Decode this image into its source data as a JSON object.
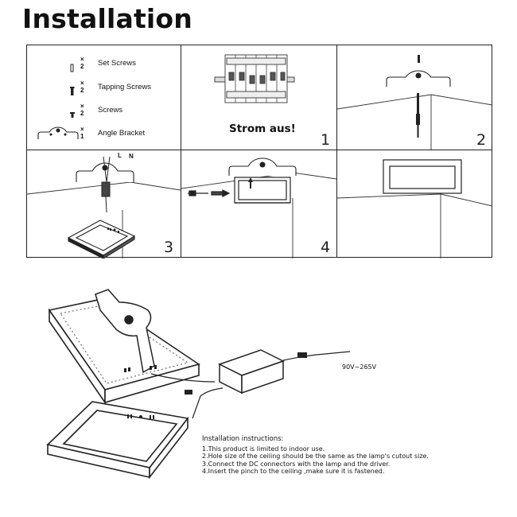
{
  "title": "Installation",
  "parts": [
    {
      "qty": "× 2",
      "name": "Set Screws",
      "icon": "set-screw-icon"
    },
    {
      "qty": "× 2",
      "name": "Tapping Screws",
      "icon": "tapping-screw-icon"
    },
    {
      "qty": "× 2",
      "name": "Screws",
      "icon": "screw-icon"
    },
    {
      "qty": "× 1",
      "name": "Angle Bracket",
      "icon": "angle-bracket-icon"
    }
  ],
  "steps": [
    {
      "number": "1",
      "caption": "Strom aus!"
    },
    {
      "number": "2"
    },
    {
      "number": "3",
      "wire_l": "L",
      "wire_n": "N"
    },
    {
      "number": "4"
    }
  ],
  "voltage": "90V~265V",
  "instructions": {
    "heading": "Installation instructions:",
    "items": [
      "1.This product is limited to indoor use.",
      "2.Hole size of the ceiling should be the same as the lamp's cutout size.",
      "3.Connect the DC connectors with the lamp and the driver.",
      "4.Insert the pinch to the ceiling ,make sure it is fastened."
    ]
  }
}
